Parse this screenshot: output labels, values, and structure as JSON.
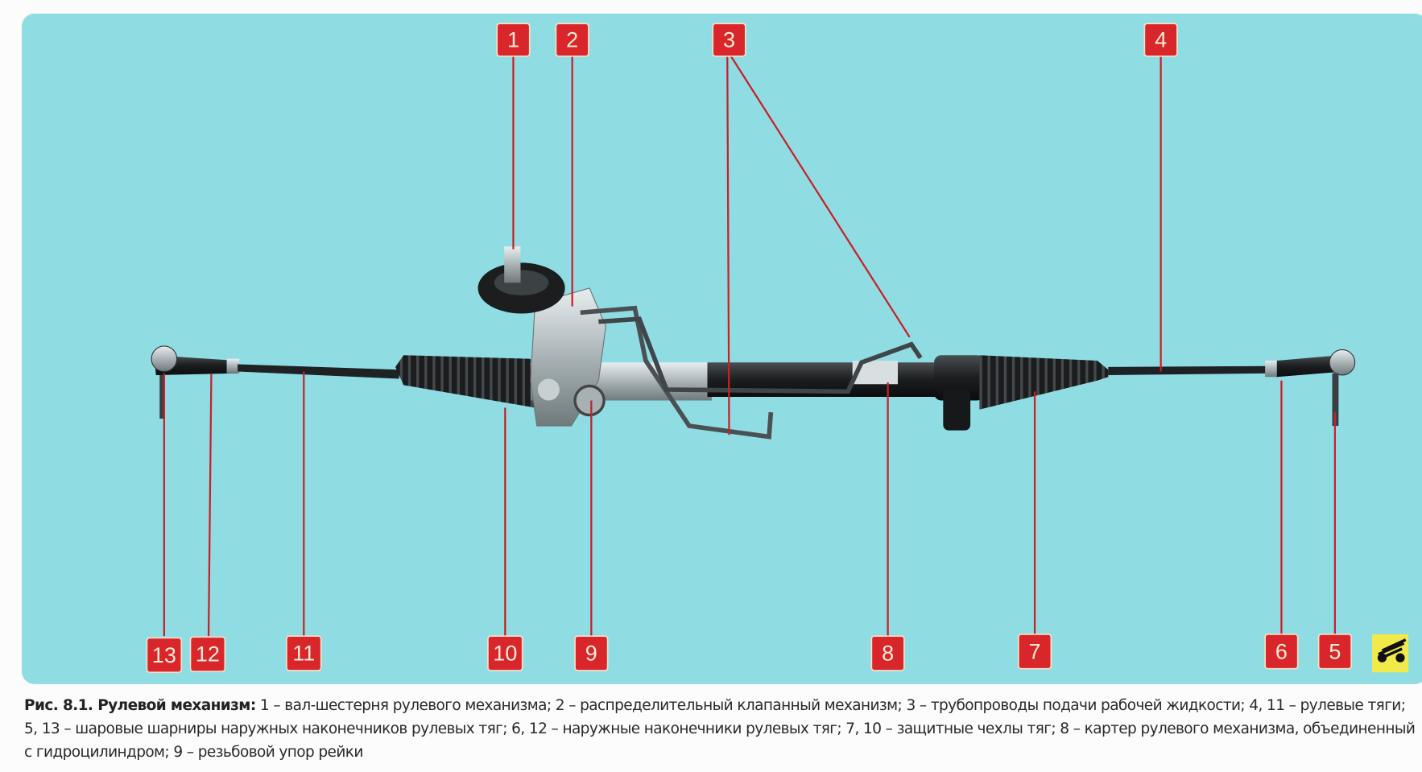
{
  "figure": {
    "callouts": [
      {
        "number": "1"
      },
      {
        "number": "2"
      },
      {
        "number": "3"
      },
      {
        "number": "4"
      },
      {
        "number": "5"
      },
      {
        "number": "6"
      },
      {
        "number": "7"
      },
      {
        "number": "8"
      },
      {
        "number": "9"
      },
      {
        "number": "10"
      },
      {
        "number": "11"
      },
      {
        "number": "12"
      },
      {
        "number": "13"
      }
    ],
    "colors": {
      "background": "#8fdde3",
      "callout": "#d9262b",
      "badge": "#f2ea4a"
    },
    "badge_icon": "car-steering-icon"
  },
  "caption": {
    "title": "Рис. 8.1. Рулевой механизм:",
    "text": " 1 – вал-шестерня рулевого механизма; 2 – распределительный клапанный механизм; 3 – трубопроводы подачи рабочей жидкости; 4, 11 – рулевые тяги; 5, 13 – шаровые шарниры наружных наконечников рулевых тяг; 6, 12 – наружные наконечники рулевых тяг; 7, 10 – защитные чехлы тяг; 8 – картер рулевого механизма, объединенный с гидроцилиндром; 9 – резьбовой упор рейки"
  }
}
